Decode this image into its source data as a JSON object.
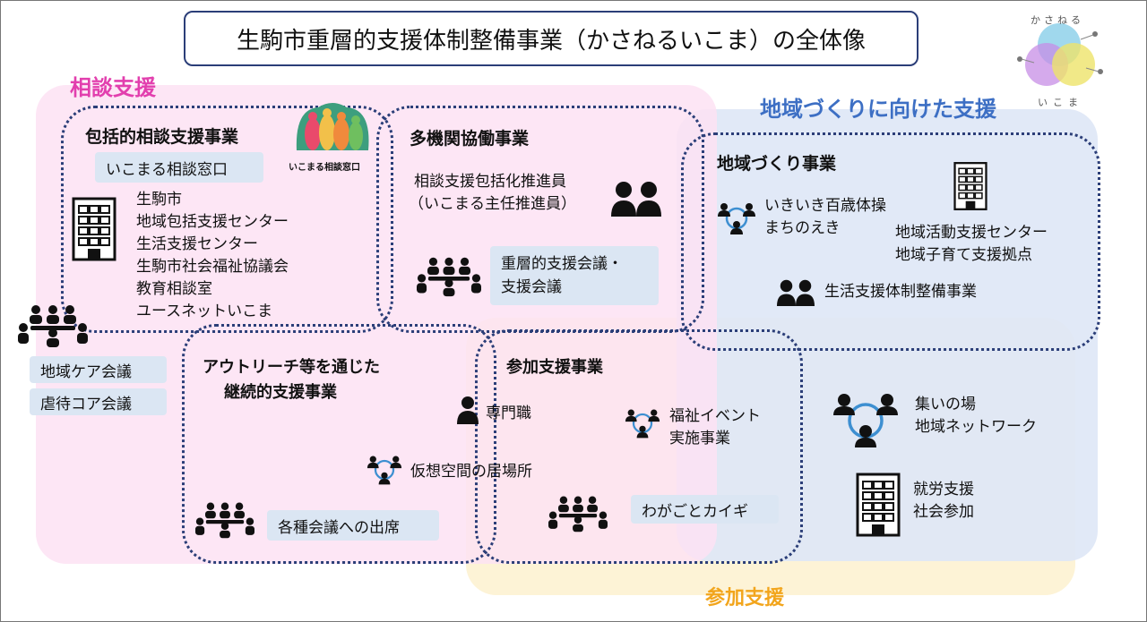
{
  "title": "生駒市重層的支援体制整備事業（かさねるいこま）の全体像",
  "logo": {
    "top_text": "かさねる",
    "bottom_text": "いこま"
  },
  "regions": {
    "consult": "相談支援",
    "community": "地域づくりに向けた支援",
    "participation": "参加支援"
  },
  "houkatsu": {
    "title": "包括的相談支援事業",
    "window": "いこまる相談窓口",
    "logo_caption": "いこまる相談窓口",
    "orgs": [
      "生駒市",
      "地域包括支援センター",
      "生活支援センター",
      "生駒市社会福祉協議会",
      "教育相談室",
      "ユースネットいこま"
    ]
  },
  "left_meetings": [
    "地域ケア会議",
    "虐待コア会議"
  ],
  "takikan": {
    "title": "多機関協働事業",
    "promoter_line1": "相談支援包括化推進員",
    "promoter_line2": "（いこまる主任推進員）",
    "meeting_line1": "重層的支援会議・",
    "meeting_line2": "支援会議"
  },
  "chiiki": {
    "title": "地域づくり事業",
    "item1_line1": "いきいき百歳体操",
    "item1_line2": "まちのえき",
    "center_line1": "地域活動支援センター",
    "center_line2": "地域子育て支援拠点",
    "seikatsu": "生活支援体制整備事業"
  },
  "outreach": {
    "title_line1": "アウトリーチ等を通じた",
    "title_line2": "継続的支援事業",
    "specialist": "専門職",
    "virtual": "仮想空間の居場所",
    "meetings": "各種会議への出席"
  },
  "sanka": {
    "title": "参加支援事業",
    "event_line1": "福祉イベント",
    "event_line2": "実施事業",
    "wagagoto": "わがごとカイギ"
  },
  "right_items": {
    "tsudoi_line1": "集いの場",
    "tsudoi_line2": "地域ネットワーク",
    "work_line1": "就労支援",
    "work_line2": "社会参加"
  },
  "colors": {
    "consult_bg": "#fde6f5",
    "community_bg": "#e6ecf8",
    "participation_bg": "#fdf3d6",
    "dotted": "#2b3e78",
    "consult_label": "#e23fae",
    "community_label": "#3d6fc4",
    "participation_label": "#f2a51c",
    "label_box": "#dbe6f3"
  }
}
